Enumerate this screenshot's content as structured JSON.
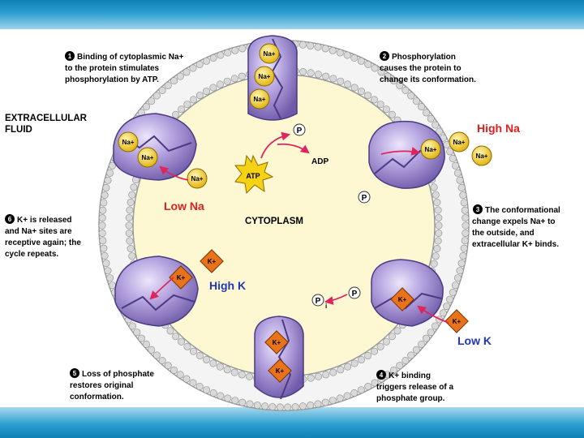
{
  "labels": {
    "extracellular_line1": "EXTRACELLULAR",
    "extracellular_line2": "FLUID",
    "cytoplasm": "CYTOPLASM",
    "high_na": "High Na",
    "low_na": "Low Na",
    "high_k": "High K",
    "low_k": "Low K",
    "atp": "ATP",
    "adp": "ADP",
    "phosphate": "P",
    "phosphate_free": "P",
    "phosphate_sub": "i"
  },
  "ions": {
    "na": "Na+",
    "k": "K+"
  },
  "steps": [
    {
      "number": "1",
      "lines": [
        "Binding of cytoplasmic Na+",
        "to the protein stimulates",
        "phosphorylation by ATP."
      ]
    },
    {
      "number": "2",
      "lines": [
        "Phosphorylation",
        "causes the protein to",
        "change its conformation."
      ]
    },
    {
      "number": "3",
      "lines": [
        "The conformational",
        "change expels Na+ to",
        "the outside, and",
        "extracellular K+ binds."
      ]
    },
    {
      "number": "4",
      "lines": [
        "K+ binding",
        "triggers release of a",
        "phosphate group."
      ]
    },
    {
      "number": "5",
      "lines": [
        "Loss of phosphate",
        "restores original",
        "conformation."
      ]
    },
    {
      "number": "6",
      "lines": [
        "K+ is released",
        "and Na+ sites are",
        "receptive again; the",
        "cycle repeats."
      ]
    }
  ],
  "colors": {
    "cytoplasm": "#fdf7d2",
    "protein": "#a48fd0",
    "protein_dark": "#6e5aa8",
    "na_ion": "#f5cf2a",
    "k_ion": "#e8731a",
    "arrow": "#e0245e",
    "red_label": "#e0201f",
    "blue_label": "#2136b8",
    "membrane_head": "#d9d9d9"
  }
}
